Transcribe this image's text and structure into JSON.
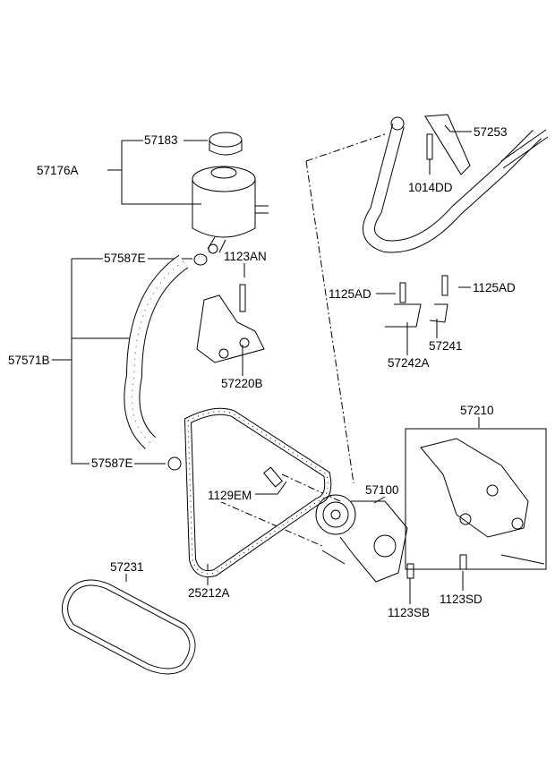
{
  "labels": {
    "p57183": "57183",
    "p57176A": "57176A",
    "p57587E_top": "57587E",
    "p1123AN": "1123AN",
    "p57571B": "57571B",
    "p57220B": "57220B",
    "p57587E_bottom": "57587E",
    "p57253": "57253",
    "p1014DD": "1014DD",
    "p1125AD_left": "1125AD",
    "p1125AD_right": "1125AD",
    "p57242A": "57242A",
    "p57241": "57241",
    "p57210": "57210",
    "p1129EM": "1129EM",
    "p57100": "57100",
    "p57231": "57231",
    "p25212A": "25212A",
    "p1123SB": "1123SB",
    "p1123SD": "1123SD"
  }
}
